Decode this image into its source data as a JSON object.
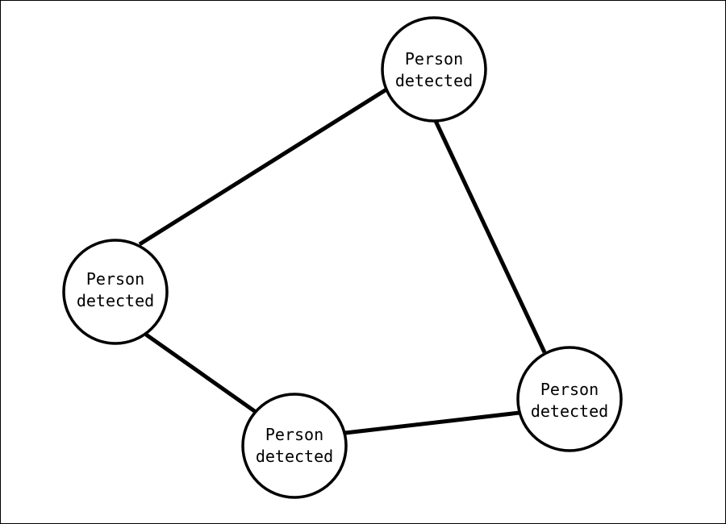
{
  "diagram": {
    "nodes": [
      {
        "id": "top",
        "label_line1": "Person",
        "label_line2": "detected"
      },
      {
        "id": "left",
        "label_line1": "Person",
        "label_line2": "detected"
      },
      {
        "id": "bottom",
        "label_line1": "Person",
        "label_line2": "detected"
      },
      {
        "id": "right",
        "label_line1": "Person",
        "label_line2": "detected"
      }
    ],
    "edges": [
      {
        "from": "left",
        "to": "top"
      },
      {
        "from": "top",
        "to": "right"
      },
      {
        "from": "left",
        "to": "bottom"
      },
      {
        "from": "bottom",
        "to": "right"
      }
    ]
  }
}
